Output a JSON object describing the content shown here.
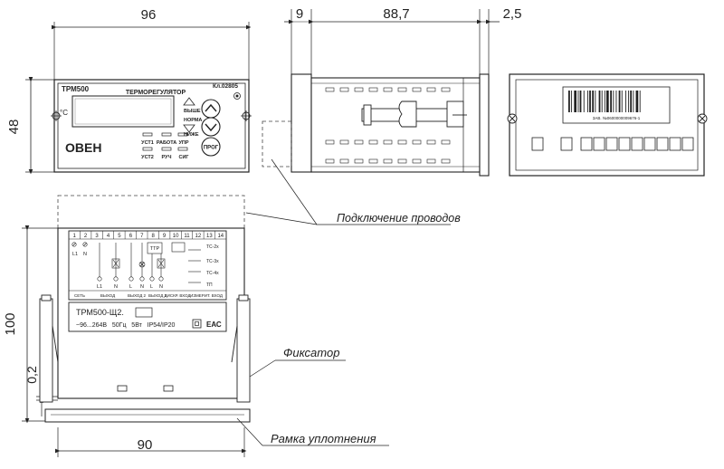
{
  "dimensions": {
    "front_width": "96",
    "front_height": "48",
    "side_panel": "9",
    "side_depth": "88,7",
    "side_rear": "2,5",
    "bottom_height": "100",
    "bottom_gap": "0,2",
    "bottom_width": "90"
  },
  "front_panel": {
    "model": "ТРМ500",
    "title": "ТЕРМОРЕГУЛЯТОР",
    "batch": "Кл.02805",
    "unit": "°C",
    "brand": "ОВЕН",
    "arrow_labels": [
      "ВЫШЕ",
      "НОРМА",
      "НИЖЕ"
    ],
    "indicator_labels": [
      "УСТ1",
      "РАБОТА",
      "УПР",
      "УСТ2",
      "РУЧ",
      "СИГ"
    ],
    "button_label": "ПРОГ"
  },
  "rear_panel": {
    "barcode_text": "ЗАВ. №0600000009676-1"
  },
  "terminal_label": {
    "numbers": [
      "1",
      "2",
      "3",
      "4",
      "5",
      "6",
      "7",
      "8",
      "9",
      "10",
      "11",
      "12",
      "13",
      "14"
    ],
    "power_marks": [
      "L1",
      "N"
    ],
    "output_marks": [
      "L1",
      "N"
    ],
    "relay_marks": [
      "L",
      "N",
      "L",
      "N"
    ],
    "ttr": "ТТР",
    "sensors": [
      "ТС-2х",
      "ТС-3х",
      "ТС-4х",
      "ТП"
    ],
    "groups": [
      "СЕТЬ",
      "ВЫХОД",
      "ВЫХОД 2",
      "ВЫХОД 3",
      "ДИСКР. ВХОД",
      "ИЗМЕРИТ. ВХОД"
    ],
    "model_line": "ТРМ500-Щ2.",
    "spec_line": "~96...264В   50Гц   5Вт   IP54/IP20",
    "ce_mark": "ЕАС"
  },
  "callouts": {
    "wiring": "Подключение проводов",
    "latch": "Фиксатор",
    "gasket": "Рамка уплотнения"
  },
  "colors": {
    "line": "#222222",
    "display": "#ffffff",
    "grid": "#555555"
  }
}
